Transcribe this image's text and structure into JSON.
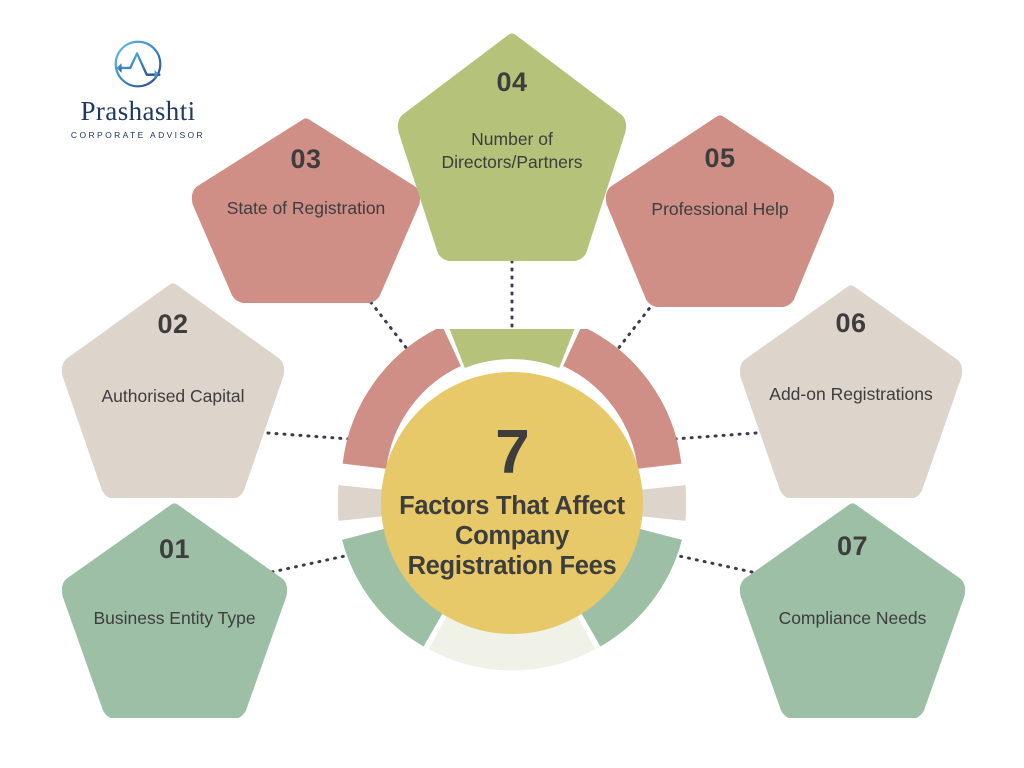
{
  "logo": {
    "icon": "prashashti-circle-arrow-logo",
    "brand": "Prashashti",
    "tagline": "CORPORATE ADVISOR",
    "color": "#1f3864"
  },
  "hub": {
    "number": "7",
    "title": "Factors That Affect Company Registration Fees",
    "background": "#e8c969",
    "text_color": "#3d3d3d"
  },
  "colors": {
    "salmon": "#cf8f86",
    "beige": "#ddd4cc",
    "sage": "#9dbfa6",
    "olive": "#b5c27a",
    "cream": "#f0f2e8",
    "gold": "#e8c969",
    "dot": "#3b3b4f"
  },
  "factors": [
    {
      "number": "01",
      "label": "Business Entity Type",
      "color": "#9dbfa6",
      "position": "bottom-left"
    },
    {
      "number": "02",
      "label": "Authorised Capital",
      "color": "#ddd4cc",
      "position": "mid-left"
    },
    {
      "number": "03",
      "label": "State of Registration",
      "color": "#cf8f86",
      "position": "top-left"
    },
    {
      "number": "04",
      "label": "Number of Directors/Partners",
      "color": "#b5c27a",
      "position": "top-center"
    },
    {
      "number": "05",
      "label": "Professional Help",
      "color": "#cf8f86",
      "position": "top-right"
    },
    {
      "number": "06",
      "label": "Add-on Registrations",
      "color": "#ddd4cc",
      "position": "mid-right"
    },
    {
      "number": "07",
      "label": "Compliance Needs",
      "color": "#9dbfa6",
      "position": "bottom-right"
    }
  ],
  "chart_data": {
    "type": "pie",
    "title": "7 Factors That Affect Company Registration Fees",
    "categories": [
      "Business Entity Type",
      "Authorised Capital",
      "State of Registration",
      "Number of Directors/Partners",
      "Professional Help",
      "Add-on Registrations",
      "Compliance Needs"
    ],
    "values": [
      1,
      1,
      1,
      1,
      1,
      1,
      1
    ],
    "slice_colors": [
      "#9dbfa6",
      "#ddd4cc",
      "#cf8f86",
      "#b5c27a",
      "#cf8f86",
      "#ddd4cc",
      "#9dbfa6"
    ],
    "legend": "none",
    "grid": false,
    "note": "Equal-weight donut ring; one segment per factor, bottom segment rendered pale cream"
  }
}
